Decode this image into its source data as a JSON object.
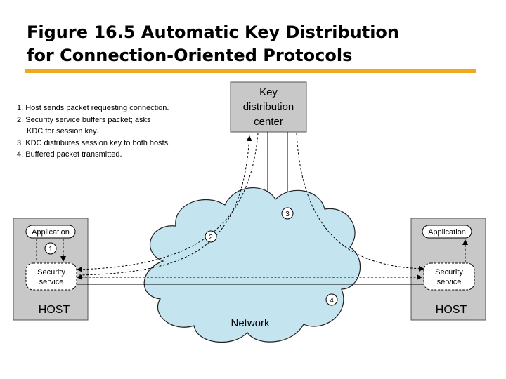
{
  "title_line1": "Figure 16.5 Automatic Key Distribution",
  "title_line2": "for Connection-Oriented Protocols",
  "steps": [
    "1. Host sends packet requesting connection.",
    "2. Security service buffers packet; asks",
    "KDC for session key.",
    "3. KDC distributes session key to both hosts.",
    "4. Buffered packet transmitted."
  ],
  "kdc": {
    "line1": "Key",
    "line2": "distribution",
    "line3": "center"
  },
  "left_host": {
    "app_label": "Application",
    "sec_line1": "Security",
    "sec_line2": "service",
    "host_label": "HOST"
  },
  "right_host": {
    "app_label": "Application",
    "sec_line1": "Security",
    "sec_line2": "service",
    "host_label": "HOST"
  },
  "network_label": "Network",
  "markers": {
    "m1": "1",
    "m2": "2",
    "m3": "3",
    "m4": "4"
  },
  "colors": {
    "accent": "#f0a81e",
    "cloud": "#c4e4f0",
    "box": "#c8c8c8"
  }
}
